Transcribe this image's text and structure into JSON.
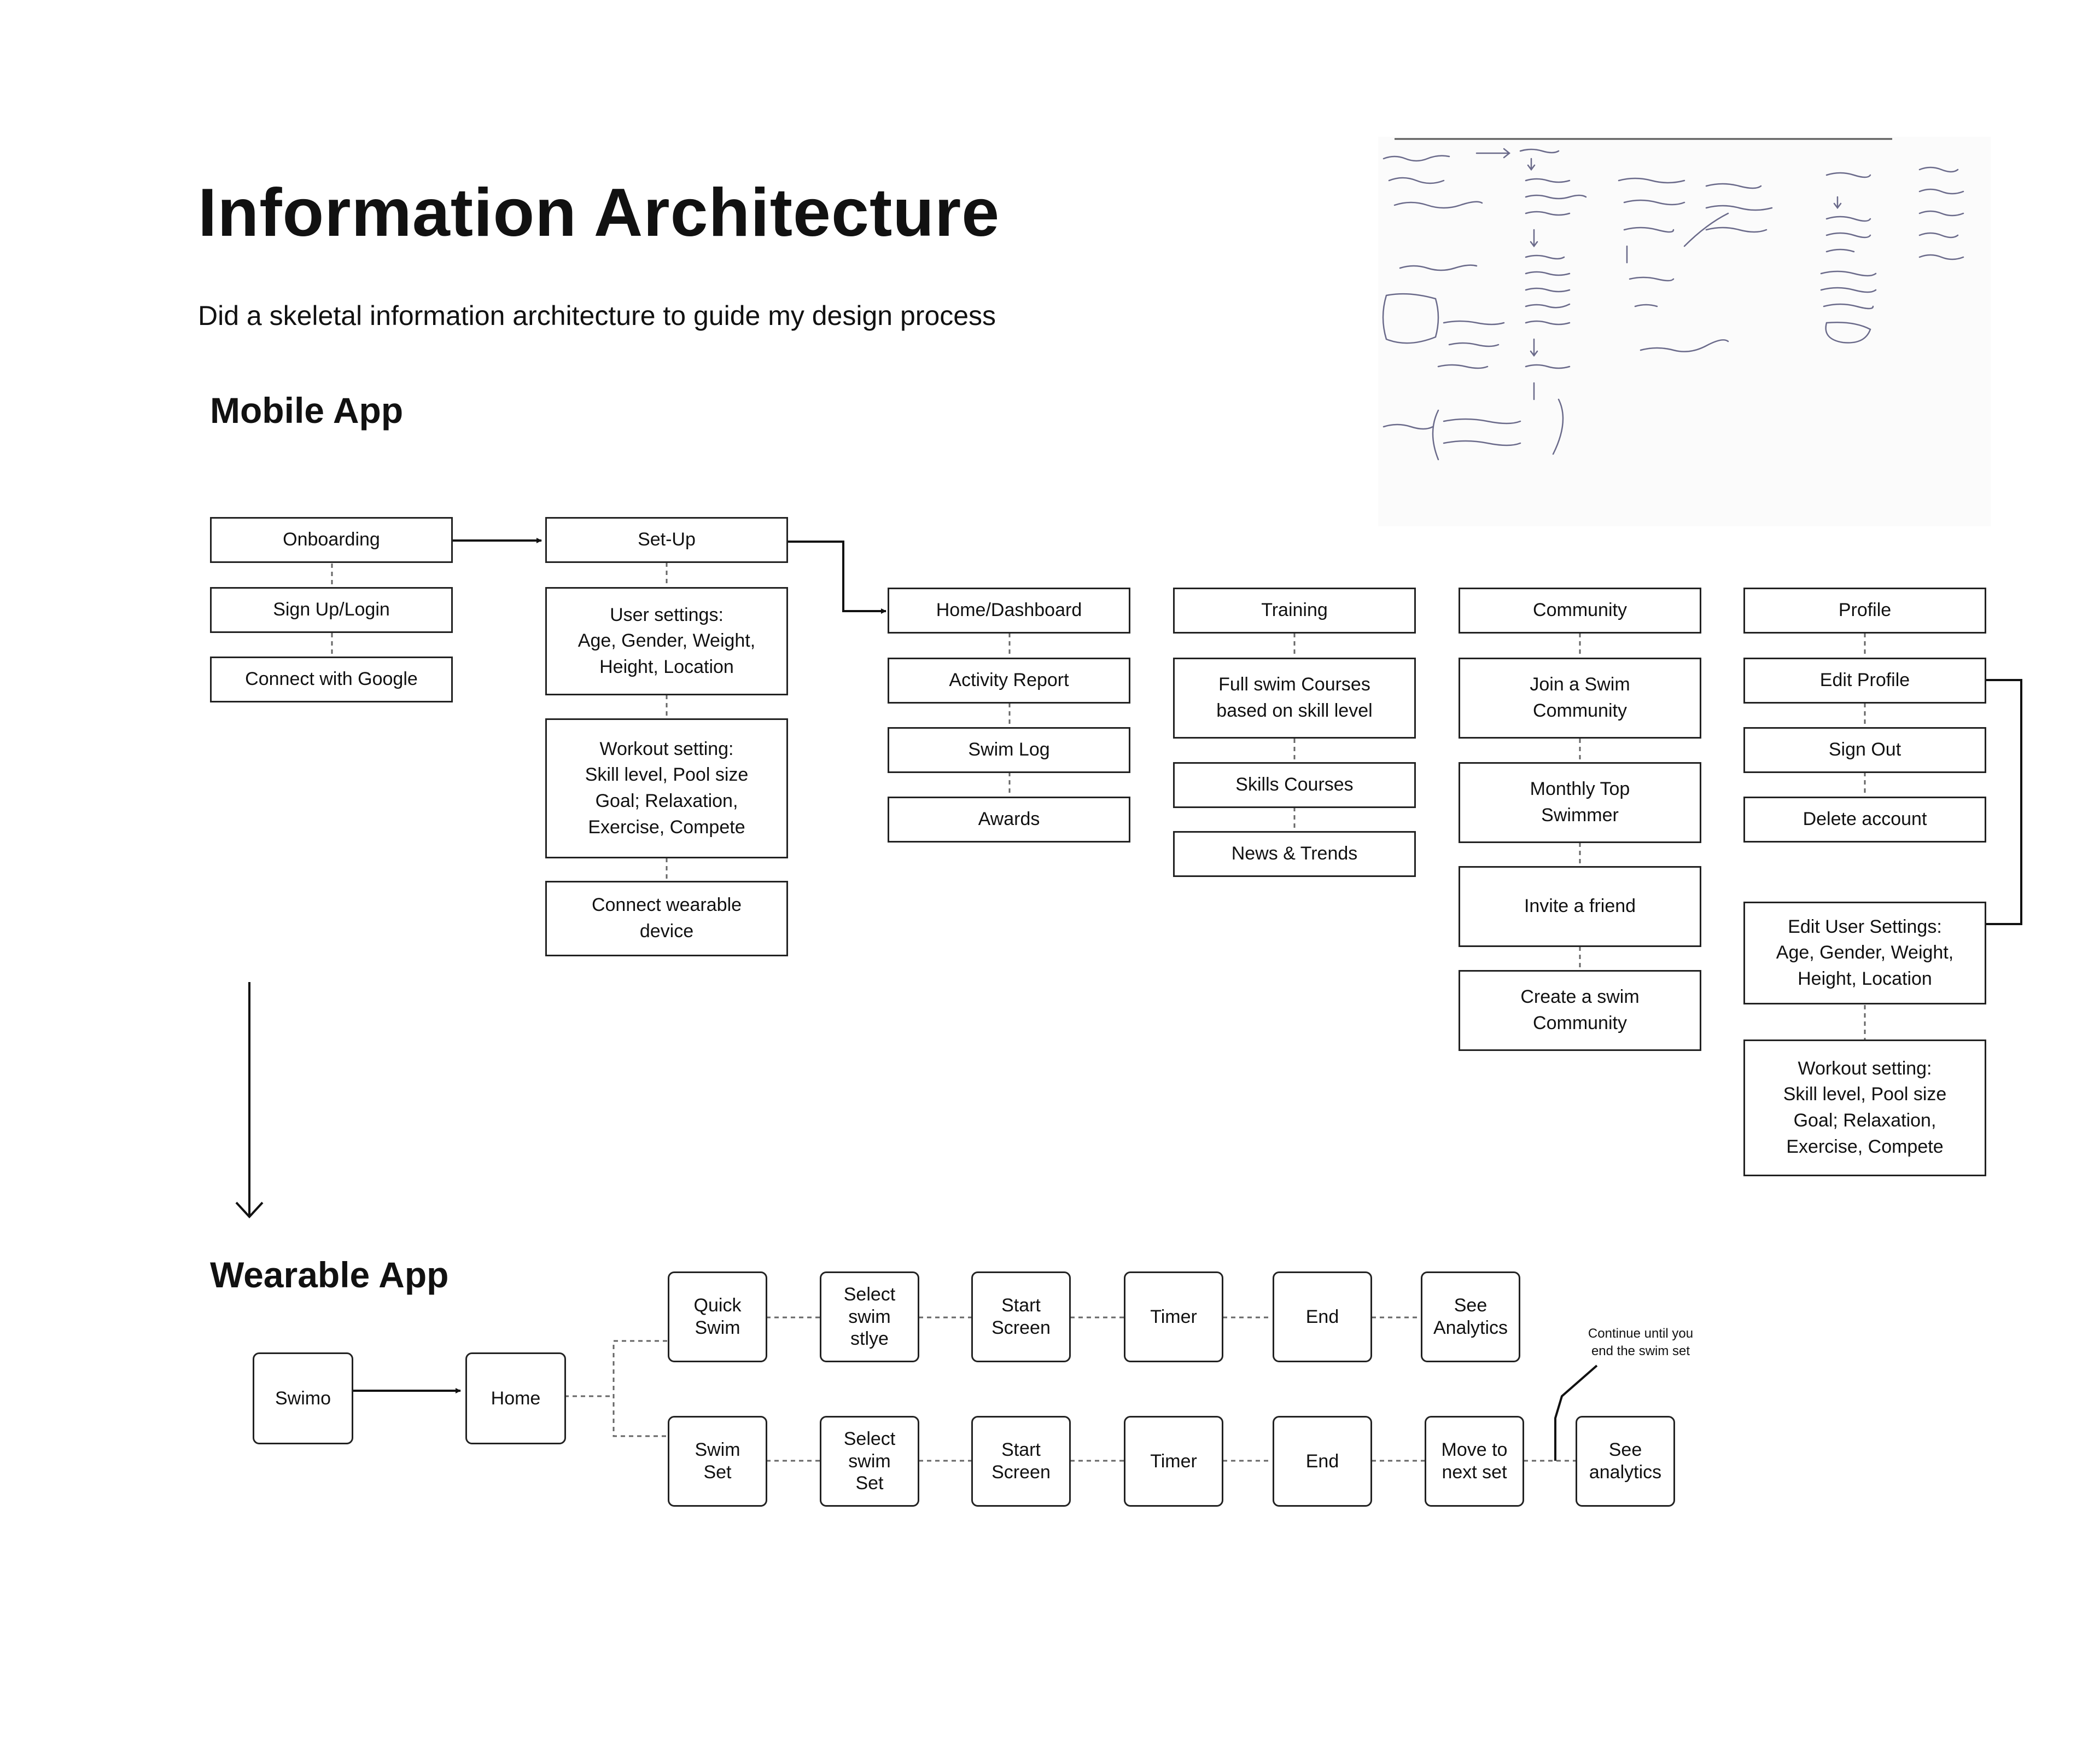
{
  "title": "Information Architecture",
  "subtitle": "Did a skeletal information architecture to guide my design process",
  "sections": {
    "mobile": "Mobile App",
    "wearable": "Wearable  App"
  },
  "mobile": {
    "onboarding": [
      "Onboarding",
      "Sign Up/Login",
      "Connect with Google"
    ],
    "setup": {
      "title": "Set-Up",
      "items": [
        "User settings:\nAge, Gender, Weight,\nHeight, Location",
        "Workout setting:\nSkill level, Pool size\nGoal; Relaxation,\nExercise, Compete",
        "Connect wearable\ndevice"
      ]
    },
    "home": {
      "title": "Home/Dashboard",
      "items": [
        "Activity Report",
        "Swim Log",
        "Awards"
      ]
    },
    "training": {
      "title": "Training",
      "items": [
        "Full swim Courses\nbased on skill level",
        "Skills Courses",
        "News & Trends"
      ]
    },
    "community": {
      "title": "Community",
      "items": [
        "Join a Swim\nCommunity",
        "Monthly Top\nSwimmer",
        "Invite a friend",
        "Create a swim\nCommunity"
      ]
    },
    "profile": {
      "title": "Profile",
      "items": [
        "Edit Profile",
        "Sign Out",
        "Delete account"
      ],
      "sub": [
        "Edit User Settings:\nAge, Gender, Weight,\nHeight, Location",
        "Workout setting:\nSkill level, Pool size\nGoal; Relaxation,\nExercise, Compete"
      ]
    }
  },
  "wearable": {
    "start": "Swimo",
    "home": "Home",
    "quick_row": [
      "Quick\nSwim",
      "Select\nswim\nstlye",
      "Start\nScreen",
      "Timer",
      "End",
      "See\nAnalytics"
    ],
    "set_row": [
      "Swim\nSet",
      "Select\nswim\nSet",
      "Start\nScreen",
      "Timer",
      "End",
      "Move to\nnext set",
      "See\nanalytics"
    ],
    "note": "Continue until you\nend the swim set"
  },
  "sketch": {
    "description": "photo of hand-drawn sketch",
    "words": [
      "Onboarding",
      "Signup/Logins",
      "Connect with google",
      "Set-up",
      "Home",
      "Training",
      "Community",
      "Profile",
      "Report tracking",
      "Relaxation",
      "Exercise",
      "Compete",
      "Awards",
      "workout plan"
    ]
  }
}
